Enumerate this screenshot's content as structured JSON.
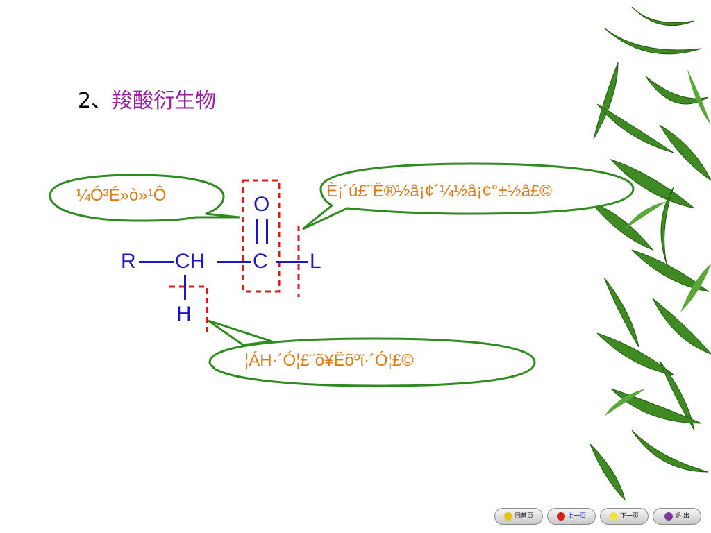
{
  "slide": {
    "title_prefix": "2、",
    "title_main": "羧酸衍生物"
  },
  "structure": {
    "O": "O",
    "R": "R",
    "CH": "CH",
    "C": "C",
    "L": "L",
    "H": "H"
  },
  "callouts": {
    "left": "¼Ó³É»ò»¹Ô­",
    "right": "È¡´ú£¨Ë®½â¡¢´¼½â¡¢°±½â£©",
    "bottom": "¦Á­H·´Ó¦£¨õ¥Ëõºϊ·´Ó¦£©"
  },
  "navigation": {
    "home": "回首页",
    "prev": "上一页",
    "next": "下一页",
    "exit": "退 出"
  },
  "colors": {
    "title": "#9c1ca0",
    "structure": "#1b17c8",
    "callout_text": "#e07a10",
    "callout_border": "#2f8a1f",
    "dashed_box": "#e01818"
  }
}
